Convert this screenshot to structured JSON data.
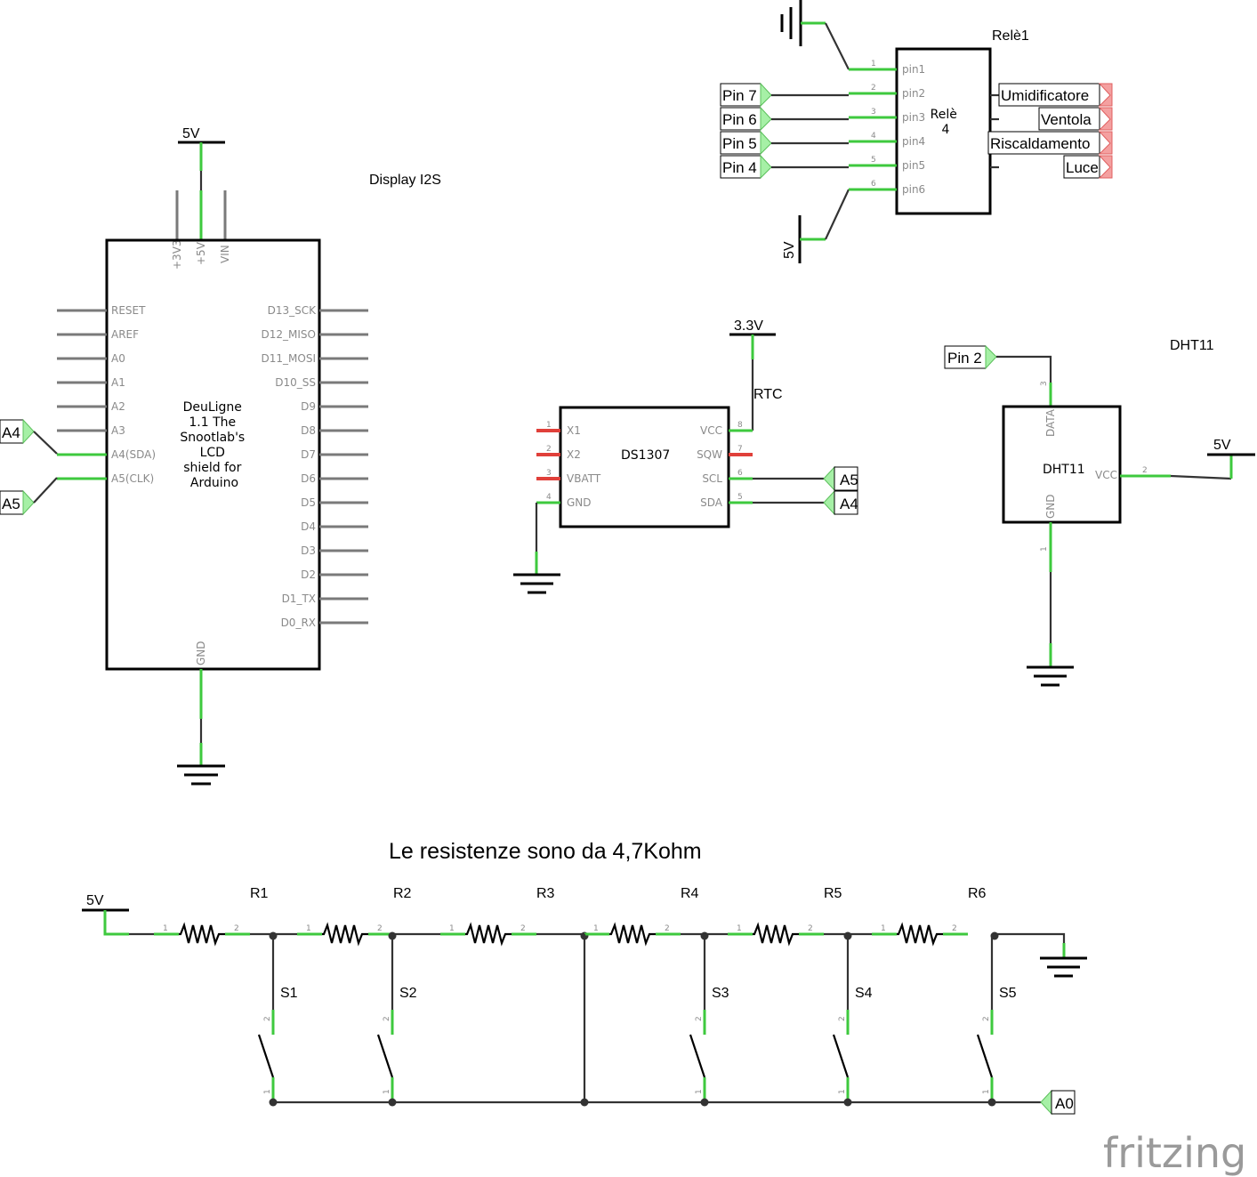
{
  "arduino": {
    "title": "Display I2S",
    "supply": "5V",
    "body": [
      "DeuLigne",
      "1.1 The",
      "Snootlab's",
      "LCD",
      "shield for",
      "Arduino"
    ],
    "top_pins": [
      "+3V3",
      "+5V",
      "VIN"
    ],
    "left_pins": [
      "RESET",
      "AREF",
      "A0",
      "A1",
      "A2",
      "A3",
      "A4(SDA)",
      "A5(CLK)"
    ],
    "right_pins": [
      "D13_SCK",
      "D12_MISO",
      "D11_MOSI",
      "D10_SS",
      "D9",
      "D8",
      "D7",
      "D6",
      "D5",
      "D4",
      "D3",
      "D2",
      "D1_TX",
      "D0_RX"
    ],
    "bottom_pin": "GND",
    "net_labels": [
      "A4",
      "A5"
    ]
  },
  "relay": {
    "title": "Relè1",
    "body": [
      "Relè",
      "4"
    ],
    "pins": [
      "pin1",
      "pin2",
      "pin3",
      "pin4",
      "pin5",
      "pin6"
    ],
    "pin_numbers": [
      "1",
      "2",
      "3",
      "4",
      "5",
      "6"
    ],
    "inputs": [
      "Pin 7",
      "Pin 6",
      "Pin 5",
      "Pin 4"
    ],
    "outputs": [
      "Umidificatore",
      "Ventola",
      "Riscaldamento",
      "Luce"
    ],
    "supply": "5V"
  },
  "rtc": {
    "title": "RTC",
    "supply": "3.3V",
    "chip": "DS1307",
    "left_pins": [
      "X1",
      "X2",
      "VBATT",
      "GND"
    ],
    "left_numbers": [
      "1",
      "2",
      "3",
      "4"
    ],
    "right_pins": [
      "VCC",
      "SQW",
      "SCL",
      "SDA"
    ],
    "right_numbers": [
      "8",
      "7",
      "6",
      "5"
    ],
    "net_labels": [
      "A5",
      "A4"
    ]
  },
  "dht": {
    "title": "DHT11",
    "chip": "DHT11",
    "input": "Pin 2",
    "pins": {
      "data": "DATA",
      "vcc": "VCC",
      "gnd": "GND"
    },
    "pin_numbers": {
      "data": "3",
      "vcc": "2",
      "gnd": "1"
    },
    "supply": "5V"
  },
  "ladder": {
    "note": "Le resistenze sono da 4,7Kohm",
    "supply": "5V",
    "resistors": [
      "R1",
      "R2",
      "R3",
      "R4",
      "R5",
      "R6"
    ],
    "switches": [
      "S1",
      "S2",
      "S3",
      "S4",
      "S5"
    ],
    "output": "A0"
  },
  "watermark": "fritzing",
  "colors": {
    "wire": "#333333",
    "pin_ok": "#3ec93e",
    "pin_unconnected": "#e0403a",
    "net_label_fill": "#a6f0a6",
    "out_label_fill": "#f4a0a0"
  }
}
